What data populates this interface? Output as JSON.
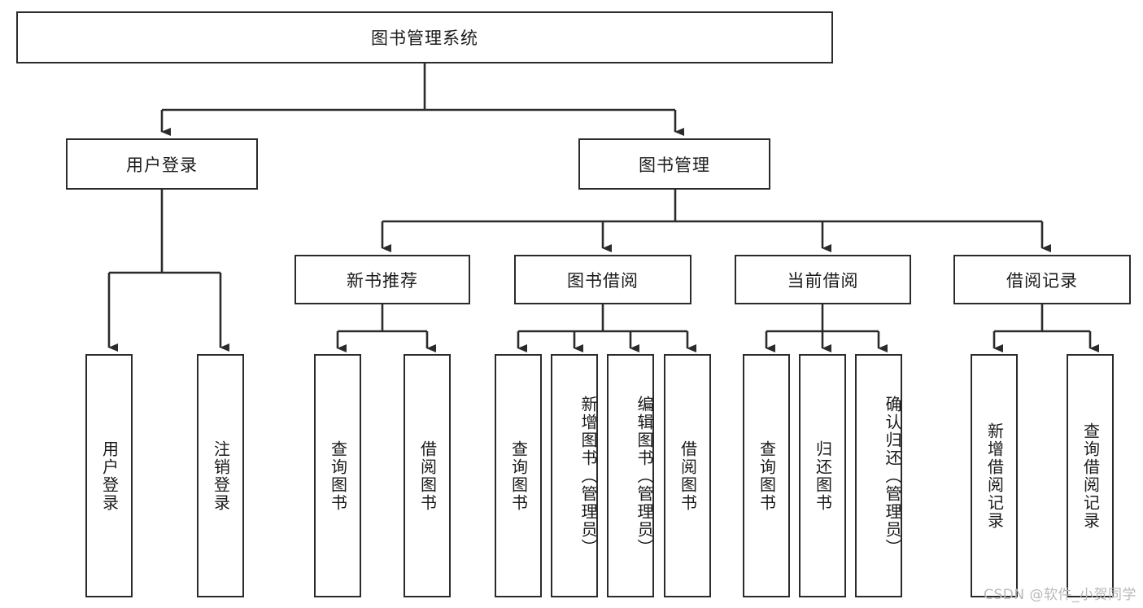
{
  "diagram": {
    "type": "tree-hierarchy-flowchart",
    "title": "图书管理系统",
    "root": {
      "id": "root",
      "label": "图书管理系统",
      "orientation": "horizontal"
    },
    "level2": [
      {
        "id": "user-login",
        "label": "用户登录",
        "orientation": "horizontal"
      },
      {
        "id": "book-manage",
        "label": "图书管理",
        "orientation": "horizontal"
      }
    ],
    "level3": [
      {
        "id": "new-book-rec",
        "label": "新书推荐",
        "orientation": "horizontal",
        "parent": "book-manage"
      },
      {
        "id": "book-borrow",
        "label": "图书借阅",
        "orientation": "horizontal",
        "parent": "book-manage"
      },
      {
        "id": "current-borrow",
        "label": "当前借阅",
        "orientation": "horizontal",
        "parent": "book-manage"
      },
      {
        "id": "borrow-record",
        "label": "借阅记录",
        "orientation": "horizontal",
        "parent": "book-manage"
      }
    ],
    "leaves": [
      {
        "id": "leaf-user-login",
        "label": "用户登录",
        "parent": "user-login",
        "orientation": "vertical"
      },
      {
        "id": "leaf-user-logout",
        "label": "注销登录",
        "parent": "user-login",
        "orientation": "vertical"
      },
      {
        "id": "leaf-query-book-1",
        "label": "查询图书",
        "parent": "new-book-rec",
        "orientation": "vertical"
      },
      {
        "id": "leaf-borrow-book-1",
        "label": "借阅图书",
        "parent": "new-book-rec",
        "orientation": "vertical"
      },
      {
        "id": "leaf-query-book-2",
        "label": "查询图书",
        "parent": "book-borrow",
        "orientation": "vertical"
      },
      {
        "id": "leaf-add-book",
        "label": "新增图书（管理员）",
        "parent": "book-borrow",
        "orientation": "vertical"
      },
      {
        "id": "leaf-edit-book",
        "label": "编辑图书（管理员）",
        "parent": "book-borrow",
        "orientation": "vertical"
      },
      {
        "id": "leaf-borrow-book-2",
        "label": "借阅图书",
        "parent": "book-borrow",
        "orientation": "vertical"
      },
      {
        "id": "leaf-query-book-3",
        "label": "查询图书",
        "parent": "current-borrow",
        "orientation": "vertical"
      },
      {
        "id": "leaf-return-book",
        "label": "归还图书",
        "parent": "current-borrow",
        "orientation": "vertical"
      },
      {
        "id": "leaf-confirm-return",
        "label": "确认归还（管理员）",
        "parent": "current-borrow",
        "orientation": "vertical"
      },
      {
        "id": "leaf-add-record",
        "label": "新增借阅记录",
        "parent": "borrow-record",
        "orientation": "vertical"
      },
      {
        "id": "leaf-query-record",
        "label": "查询借阅记录",
        "parent": "borrow-record",
        "orientation": "vertical"
      }
    ],
    "colors": {
      "stroke": "#2b2b2b",
      "fill": "#ffffff",
      "text": "#1a1a1a",
      "watermark": "#b9b9b9"
    }
  },
  "watermark": {
    "text": "CSDN @软件_小贺同学"
  }
}
